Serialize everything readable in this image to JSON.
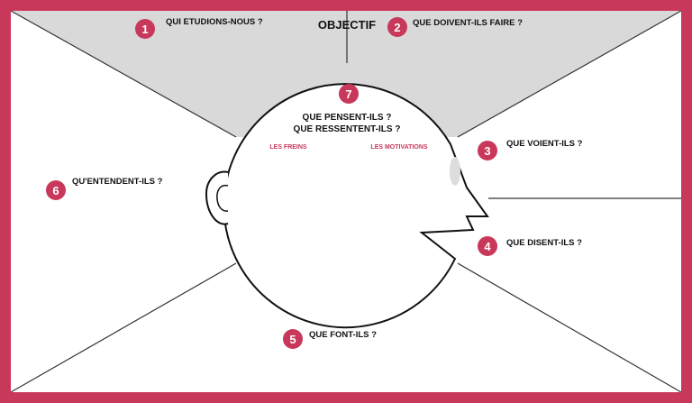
{
  "colors": {
    "frame": "#c8385a",
    "top_zone": "#d9d9d9",
    "badge": "#c8385a",
    "sublabel": "#c8385a",
    "line": "#333333"
  },
  "objective": "OBJECTIF",
  "sections": [
    {
      "number": "1",
      "label": "QUI ETUDIONS-NOUS ?"
    },
    {
      "number": "2",
      "label": "QUE DOIVENT-ILS FAIRE ?"
    },
    {
      "number": "3",
      "label": "QUE VOIENT-ILS ?"
    },
    {
      "number": "4",
      "label": "QUE DISENT-ILS ?"
    },
    {
      "number": "5",
      "label": "QUE FONT-ILS ?"
    },
    {
      "number": "6",
      "label": "QU'ENTENDENT-ILS ?"
    },
    {
      "number": "7",
      "label_line1": "QUE PENSENT-ILS ?",
      "label_line2": "QUE RESSENTENT-ILS ?"
    }
  ],
  "head_sublabels": {
    "left": "LES FREINS",
    "right": "LES MOTIVATIONS"
  }
}
